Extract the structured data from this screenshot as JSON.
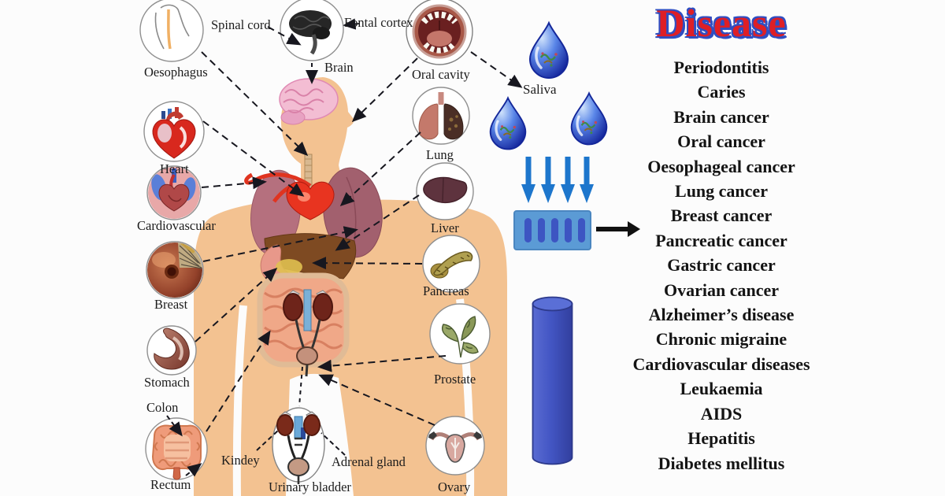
{
  "panel": {
    "title": "Disease",
    "diseases": [
      "Periodontitis",
      "Caries",
      "Brain cancer",
      "Oral cancer",
      "Oesophageal cancer",
      "Lung cancer",
      "Breast cancer",
      "Pancreatic cancer",
      "Gastric cancer",
      "Ovarian cancer",
      "Alzheimer’s disease",
      "Chronic migraine",
      "Cardiovascular diseases",
      "Leukaemia",
      "AIDS",
      "Hepatitis",
      "Diabetes mellitus"
    ]
  },
  "labels": {
    "spinal_cord": "Spinal cord",
    "brain": "Brain",
    "frontal_cortex": "Fontal cortex",
    "oral_cavity": "Oral cavity",
    "saliva": "Saliva",
    "oesophagus": "Oesophagus",
    "heart": "Heart",
    "cardiovascular": "Cardiovascular",
    "breast": "Breast",
    "stomach": "Stomach",
    "colon": "Colon",
    "rectum": "Rectum",
    "kidney": "Kindey",
    "urinary_bladder": "Urinary bladder",
    "adrenal_gland": "Adrenal gland",
    "ovary": "Ovary",
    "lung": "Lung",
    "liver": "Liver",
    "pancreas": "Pancreas",
    "prostate": "Prostate"
  },
  "colors": {
    "title_red": "#de1f26",
    "title_outline_blue": "#2f4ec2",
    "skin": "#f3c291",
    "dashed_line": "#17171f",
    "arrow_blue": "#1d76cc",
    "device_blue": "#5b9bd5",
    "device_slot_blue": "#3d55c2",
    "cylinder_blue": "#4356c4",
    "drop_blue": "#2a52c8",
    "list_text": "#141414"
  }
}
